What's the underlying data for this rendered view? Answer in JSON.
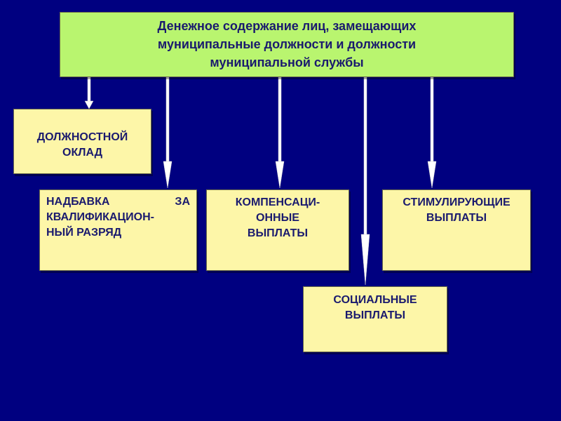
{
  "diagram": {
    "header": {
      "lines": [
        "Денежное содержание лиц, замещающих",
        "муниципальные должности и должности",
        "муниципальной службы"
      ]
    },
    "boxes": {
      "oklad": {
        "lines": [
          "ДОЛЖНОСТНОЙ",
          "ОКЛАД"
        ]
      },
      "nadbavka": {
        "lines": [
          "НАДБАВКА ЗА",
          "КВАЛИФИКАЦИОН-",
          "НЫЙ РАЗРЯД"
        ]
      },
      "kompensacii": {
        "lines": [
          "КОМПЕНСАЦИ-",
          "ОННЫЕ",
          "ВЫПЛАТЫ"
        ]
      },
      "stimuliruyushchie": {
        "lines": [
          "СТИМУЛИРУЮЩИЕ",
          "ВЫПЛАТЫ"
        ]
      },
      "socialnye": {
        "lines": [
          "СОЦИАЛЬНЫЕ",
          "ВЫПЛАТЫ"
        ]
      }
    },
    "colors": {
      "background": "#000080",
      "header_fill": "#b9f56f",
      "box_fill": "#fdf6a8",
      "text": "#1a1a6e",
      "arrow": "#ffffff"
    }
  }
}
